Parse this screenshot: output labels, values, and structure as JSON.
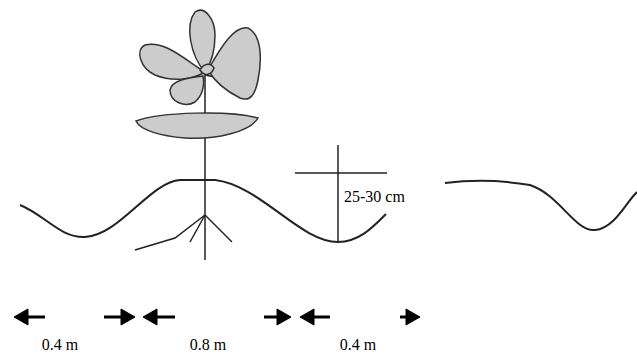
{
  "diagram": {
    "labels": [
      "25-30 cm",
      "0.4 m",
      "0.8 m",
      "0.4 m"
    ]
  }
}
